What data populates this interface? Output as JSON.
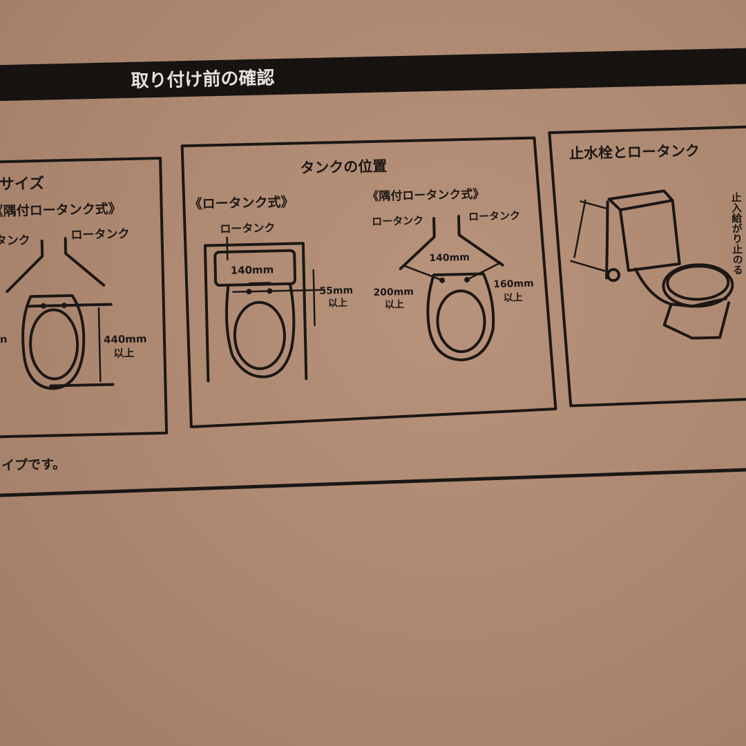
{
  "header": {
    "title": "取り付け前の確認"
  },
  "left_panel": {
    "title": "サイズ",
    "subtitle": "《隅付ロータンク式》",
    "label_left": "ロータンク",
    "label_right": "ロータンク",
    "partial_label": "n",
    "dimension": "440mm",
    "dimension_note": "以上"
  },
  "middle_panel": {
    "title": "タンクの位置",
    "left_section": {
      "subtitle": "《ロータンク式》",
      "tank_label": "ロータンク",
      "width": "140mm",
      "gap": "55mm",
      "gap_note": "以上"
    },
    "right_section": {
      "subtitle": "《隅付ロータンク式》",
      "label_left": "ロータンク",
      "label_right": "ロータンク",
      "width": "140mm",
      "left_dim": "200mm",
      "left_note": "以上",
      "right_dim": "160mm",
      "right_note": "以上"
    }
  },
  "right_panel": {
    "title": "止水栓とロータンク",
    "side_text": "止入給がり止のる"
  },
  "footnote": "イプです。",
  "colors": {
    "cardboard": "#ad8a73",
    "ink": "#1b1714",
    "header_text": "#e8e2dc"
  }
}
